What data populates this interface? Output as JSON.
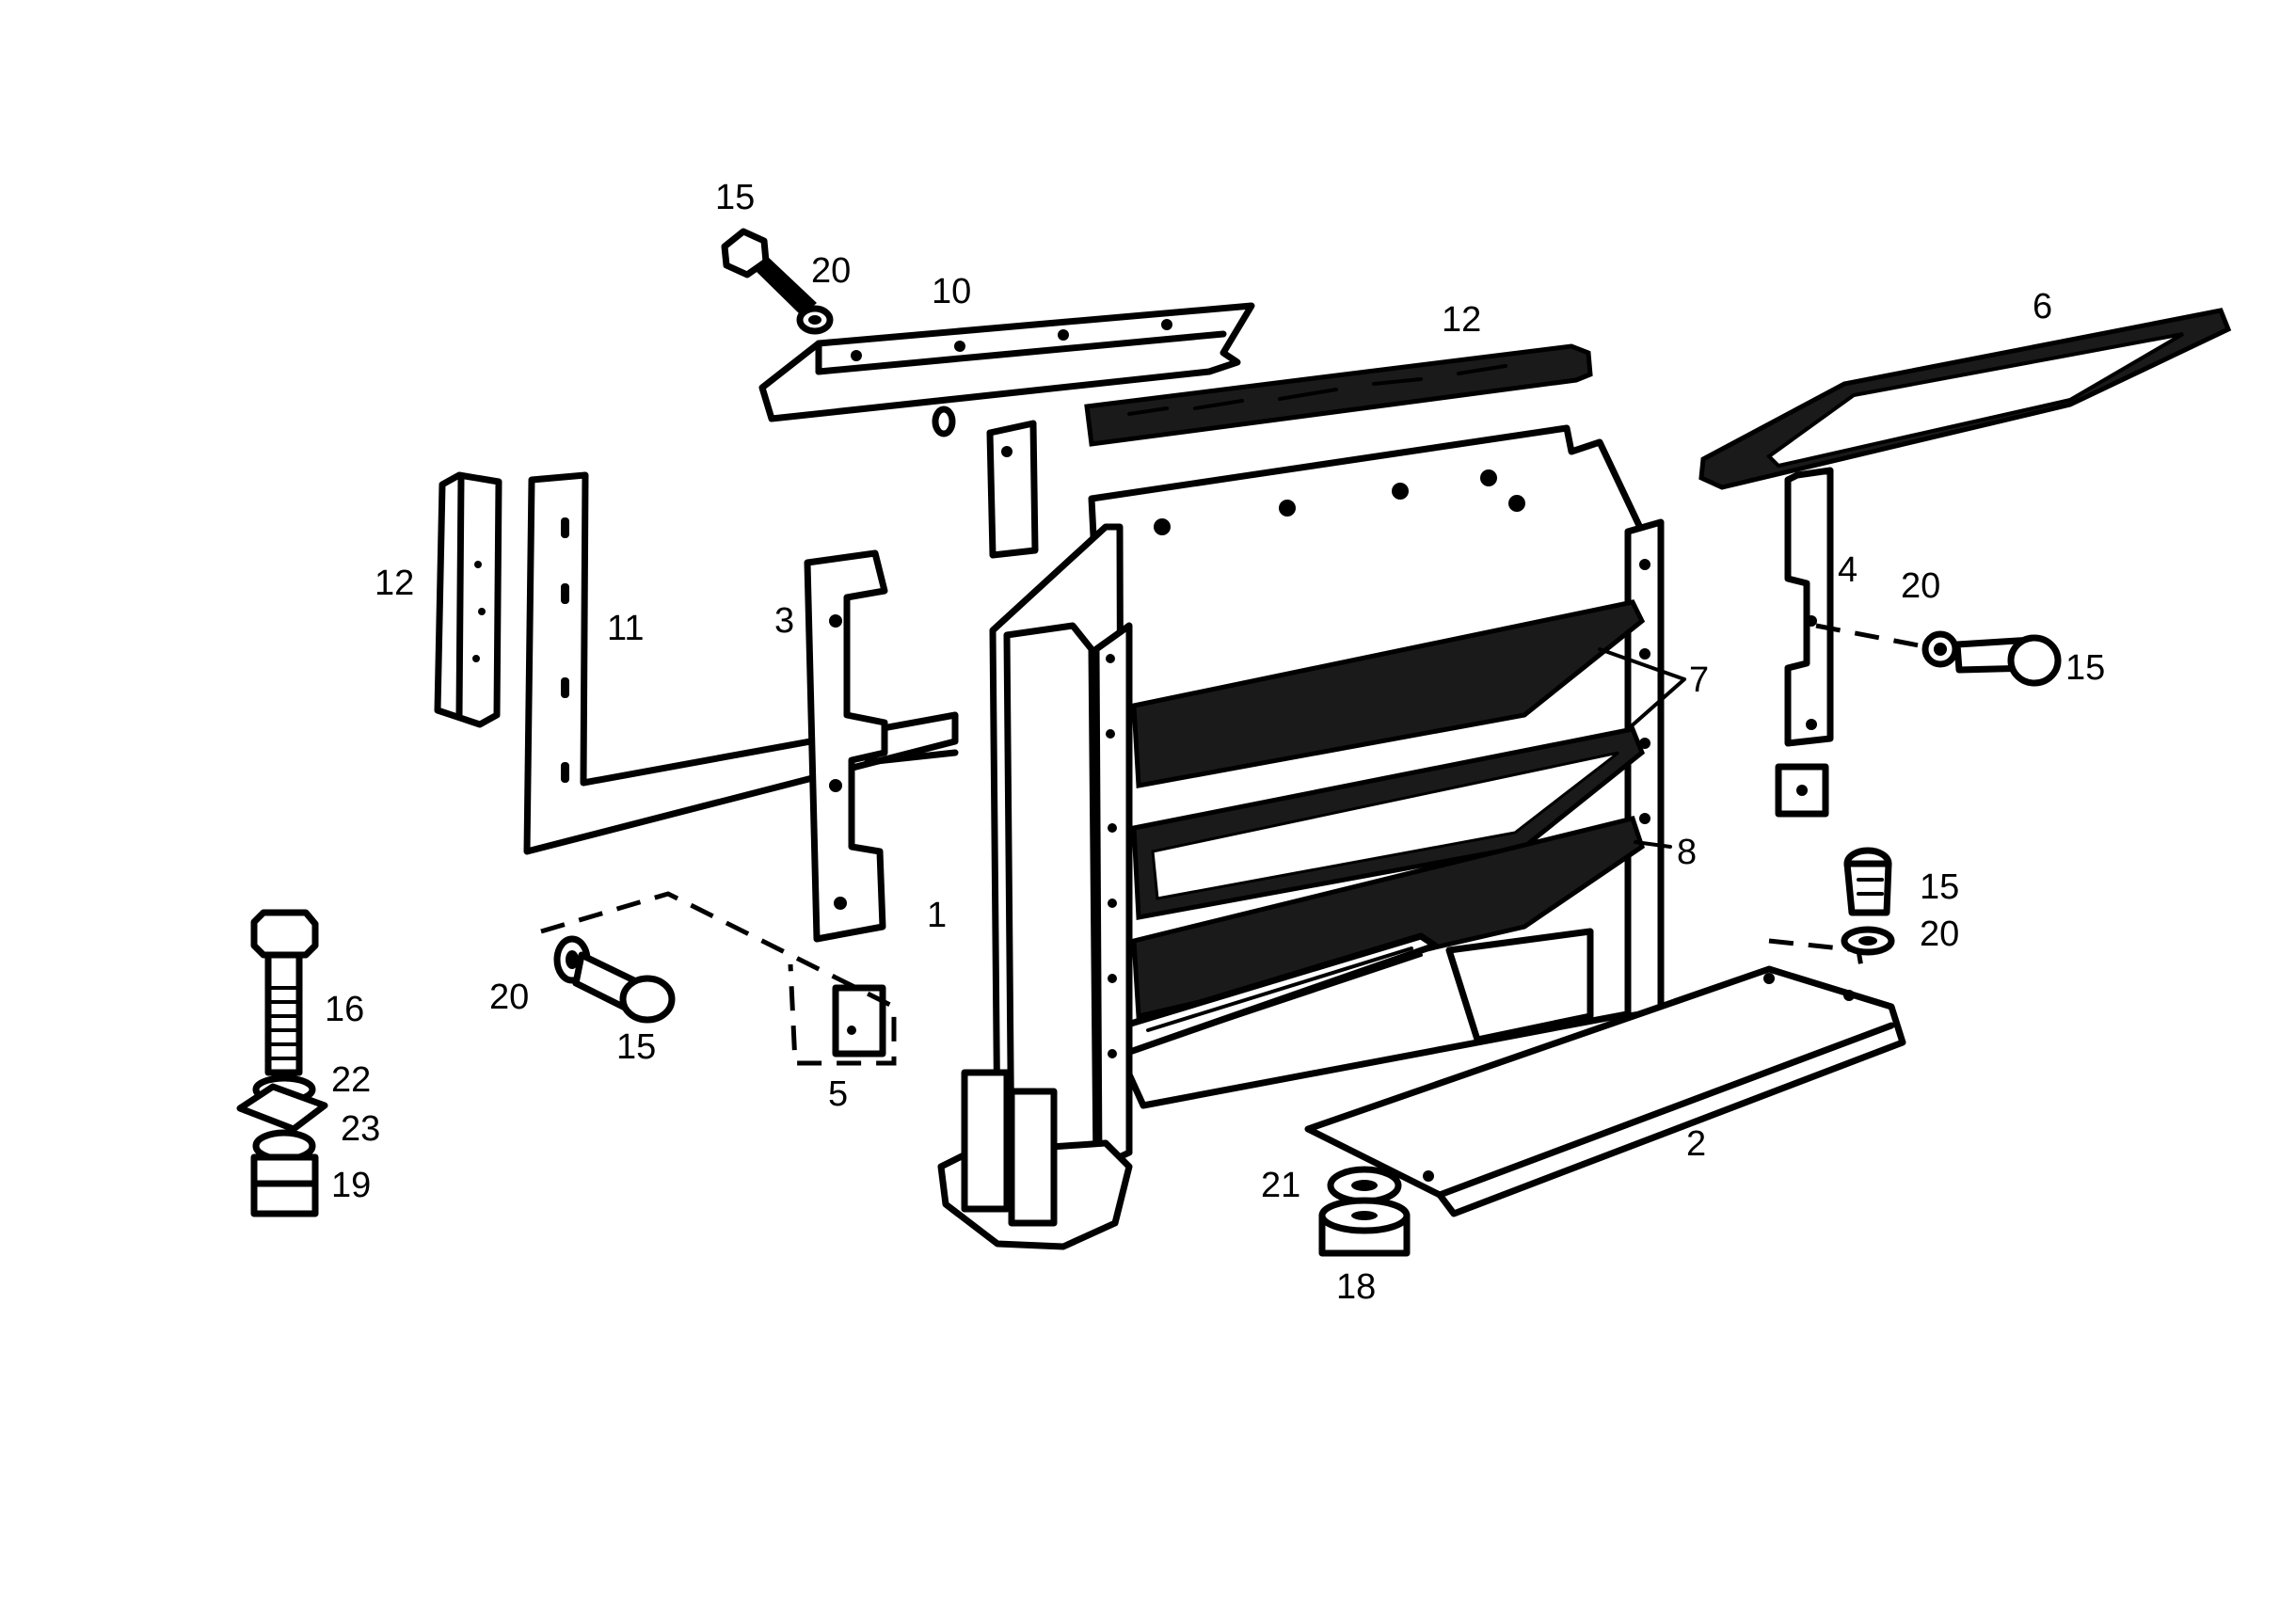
{
  "diagram": {
    "type": "exploded-parts-diagram",
    "part_labels": [
      {
        "id": "l15a",
        "text": "15"
      },
      {
        "id": "l20a",
        "text": "20"
      },
      {
        "id": "l10",
        "text": "10"
      },
      {
        "id": "l12a",
        "text": "12"
      },
      {
        "id": "l6",
        "text": "6"
      },
      {
        "id": "l12b",
        "text": "12"
      },
      {
        "id": "l11",
        "text": "11"
      },
      {
        "id": "l3",
        "text": "3"
      },
      {
        "id": "l4",
        "text": "4"
      },
      {
        "id": "l20b",
        "text": "20"
      },
      {
        "id": "l15b",
        "text": "15"
      },
      {
        "id": "l7",
        "text": "7"
      },
      {
        "id": "l8",
        "text": "8"
      },
      {
        "id": "l15c",
        "text": "15"
      },
      {
        "id": "l20c",
        "text": "20"
      },
      {
        "id": "l1",
        "text": "1"
      },
      {
        "id": "l16",
        "text": "16"
      },
      {
        "id": "l20d",
        "text": "20"
      },
      {
        "id": "l15d",
        "text": "15"
      },
      {
        "id": "l22",
        "text": "22"
      },
      {
        "id": "l5",
        "text": "5"
      },
      {
        "id": "l23",
        "text": "23"
      },
      {
        "id": "l19",
        "text": "19"
      },
      {
        "id": "l2",
        "text": "2"
      },
      {
        "id": "l21",
        "text": "21"
      },
      {
        "id": "l18",
        "text": "18"
      }
    ]
  }
}
